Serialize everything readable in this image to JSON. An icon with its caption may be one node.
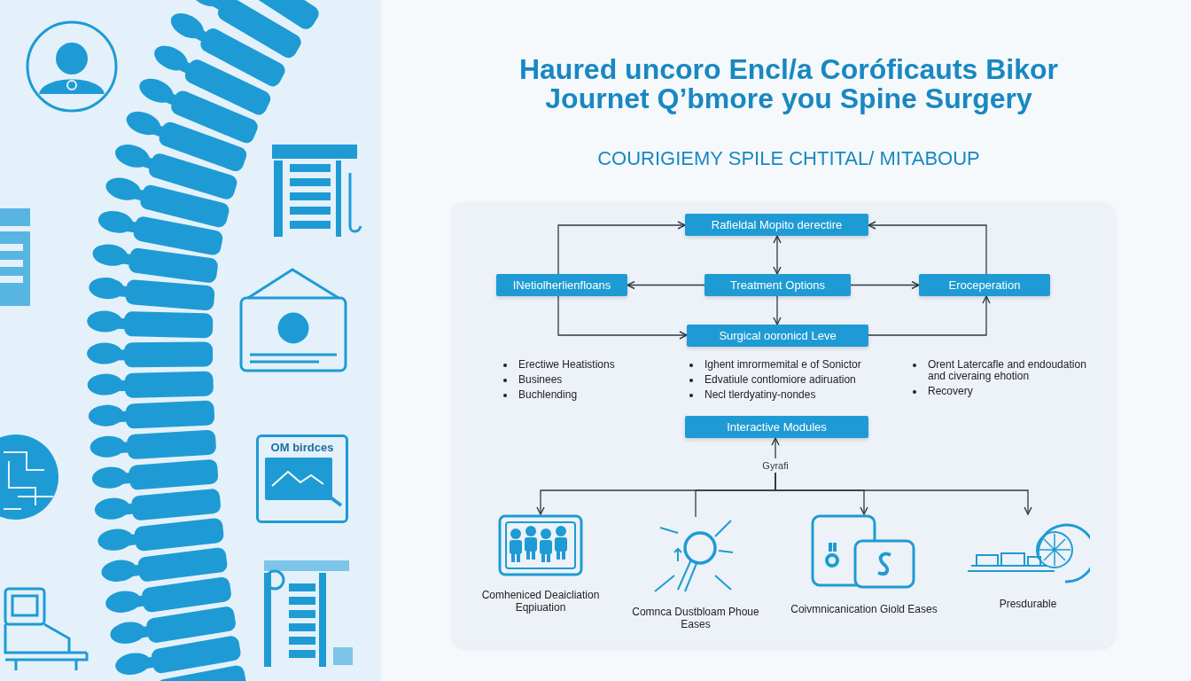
{
  "diagram": {
    "title": "Haured uncoro Encl/a Coróficauts Bikor Journet Q’bmore you Spine Surgery",
    "nodes": [
      {
        "text": [
          "Rafieldal Mopito derectire"
        ]
      },
      {
        "text": [
          "INetiolherlienfloans"
        ]
      },
      {
        "text": [
          "Treatment Options"
        ]
      },
      {
        "text": [
          "Eroceperation"
        ]
      },
      {
        "text": [
          "Surgical ooronicd Leve"
        ]
      },
      {
        "text": [
          "Interactive Modules"
        ]
      },
      {
        "text": [
          "Gyrafi"
        ]
      },
      {
        "text": [
          "Comheniced Deaicliation Eqpiuation"
        ]
      },
      {
        "text": [
          "Comnca Dustbloam Phoue Eases"
        ]
      },
      {
        "text": [
          "Coivmnicanication Giold Eases"
        ]
      },
      {
        "text": [
          "Presdurable"
        ]
      }
    ],
    "edges": [
      {
        "from": 1,
        "to": 0,
        "arrow": "to"
      },
      {
        "from": 3,
        "to": 0,
        "arrow": "to"
      },
      {
        "from": 0,
        "to": 2,
        "arrow": "both"
      },
      {
        "from": 2,
        "to": 1,
        "arrow": "to"
      },
      {
        "from": 2,
        "to": 3,
        "arrow": "to"
      },
      {
        "from": 2,
        "to": 4,
        "arrow": "to"
      },
      {
        "from": 1,
        "to": 4,
        "arrow": "to"
      },
      {
        "from": 4,
        "to": 3,
        "arrow": "to"
      },
      {
        "from": 6,
        "to": 5,
        "arrow": "to"
      },
      {
        "from": 6,
        "to": 7,
        "arrow": "to"
      },
      {
        "from": 6,
        "to": 8,
        "arrow": "none"
      },
      {
        "from": 6,
        "to": 9,
        "arrow": "to"
      },
      {
        "from": 6,
        "to": 10,
        "arrow": "to"
      }
    ],
    "labels": [
      "COURIGIEMY SPILE CHTITAL/ MITABOUP",
      "Erectiwe Heatistions",
      "Businees",
      "Buchlending",
      "Ighent imrormemital e of Sonictor",
      "Edvatiule contlomiore adiruation",
      "Necl tlerdyatiny-nondes",
      "Orent Latercafle and endoudation and civeraing ehotion",
      "Recovery",
      "OM birdces"
    ]
  }
}
